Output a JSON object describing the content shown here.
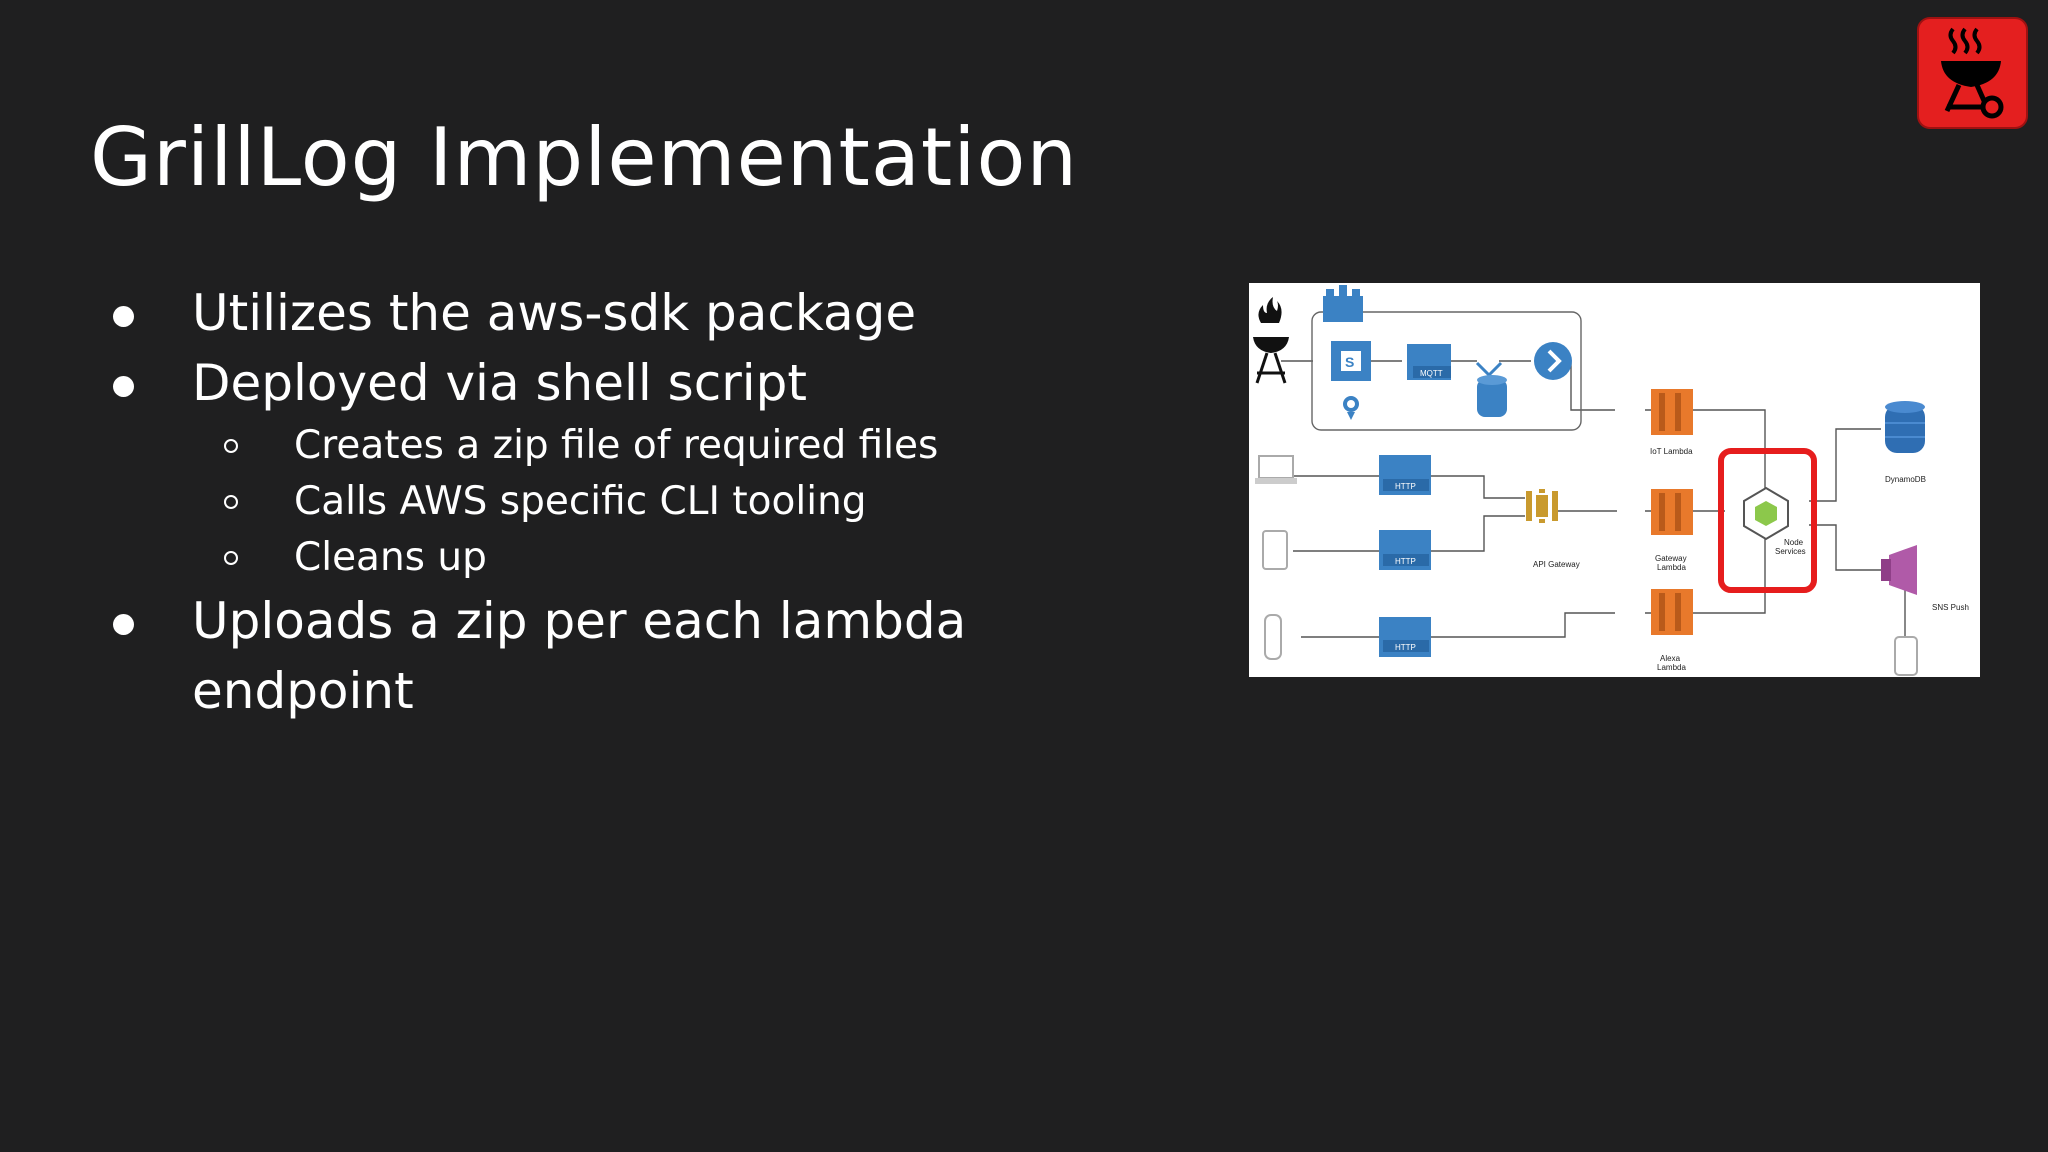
{
  "slide": {
    "title": "GrillLog Implementation",
    "bullets": [
      "Utilizes the aws-sdk package",
      "Deployed via shell script",
      "Uploads a zip per each lambda endpoint"
    ],
    "sub_bullets": [
      "Creates a zip file of required files",
      "Calls AWS specific CLI tooling",
      "Cleans up"
    ]
  },
  "logo": {
    "icon": "grill-icon",
    "color": "#e41f1f"
  },
  "diagram": {
    "labels": {
      "mqtt": "MQTT",
      "http1": "HTTP",
      "http2": "HTTP",
      "http3": "HTTP",
      "iot_lambda": "IoT Lambda",
      "api_gateway": "API Gateway",
      "gateway_lambda_1": "Gateway",
      "gateway_lambda_2": "Lambda",
      "alexa_lambda_1": "Alexa",
      "alexa_lambda_2": "Lambda",
      "node_services_1": "Node",
      "node_services_2": "Services",
      "dynamodb": "DynamoDB",
      "sns_push": "SNS Push"
    },
    "colors": {
      "aws_blue": "#3b82c4",
      "lambda_orange": "#e8792b",
      "api_gold": "#c99a2e",
      "sns_purple": "#b05aa8",
      "highlight_red": "#e61d1d",
      "node_green": "#8cc84b"
    }
  }
}
